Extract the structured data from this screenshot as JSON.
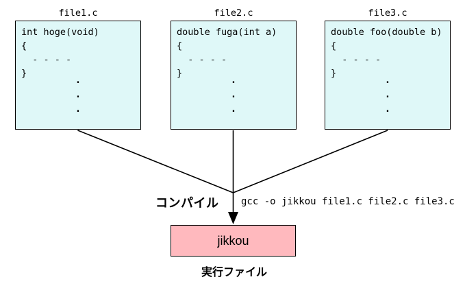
{
  "diagram": {
    "files": [
      {
        "title": "file1.c",
        "code": "int hoge(void)\n{\n  - - - -\n}",
        "dots": ".\n.\n."
      },
      {
        "title": "file2.c",
        "code": "double fuga(int a)\n{\n  - - - -\n}",
        "dots": ".\n.\n."
      },
      {
        "title": "file3.c",
        "code": "double foo(double b)\n{\n  - - - -\n}",
        "dots": ".\n.\n."
      }
    ],
    "compile_label": "コンパイル",
    "compile_command": "gcc -o jikkou file1.c file2.c file3.c",
    "output_box_label": "jikkou",
    "output_caption": "実行ファイル",
    "colors": {
      "source_box_bg": "#dff8f8",
      "output_box_bg": "#ffb9be",
      "line": "#000000"
    }
  }
}
